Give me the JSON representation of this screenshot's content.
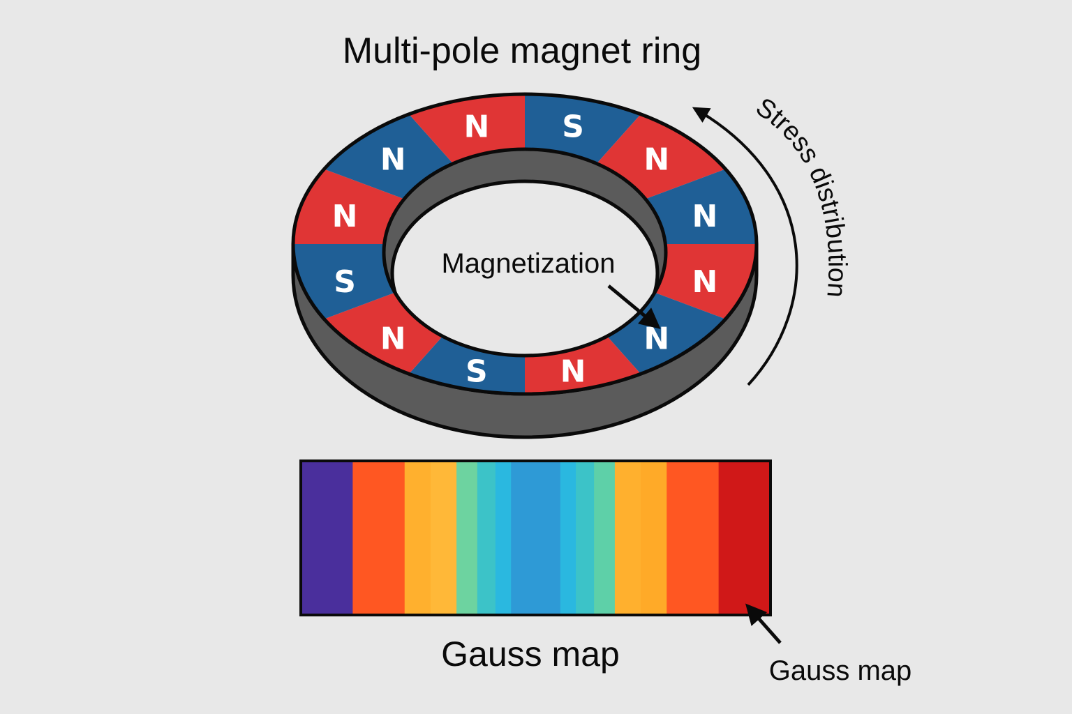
{
  "title": "Multi-pole magnet ring",
  "ring": {
    "poles": [
      {
        "label": "S",
        "polarity": "blue"
      },
      {
        "label": "N",
        "polarity": "red"
      },
      {
        "label": "N",
        "polarity": "blue"
      },
      {
        "label": "N",
        "polarity": "red"
      },
      {
        "label": "N",
        "polarity": "blue"
      },
      {
        "label": "N",
        "polarity": "red"
      },
      {
        "label": "S",
        "polarity": "blue"
      },
      {
        "label": "N",
        "polarity": "red"
      },
      {
        "label": "S",
        "polarity": "blue"
      },
      {
        "label": "N",
        "polarity": "red"
      },
      {
        "label": "N",
        "polarity": "blue"
      },
      {
        "label": "N",
        "polarity": "red"
      }
    ],
    "colors": {
      "red": "#e03535",
      "blue": "#1f5f96",
      "side": "#5b5b5b",
      "outline": "#0a0a0a"
    }
  },
  "labels": {
    "magnetization": "Magnetization",
    "stress": "Stress distribution",
    "gauss_main": "Gauss map",
    "gauss_callout": "Gauss map"
  },
  "gauss_map": {
    "bands": [
      {
        "color": "#4a2f9c",
        "weight": 1.0
      },
      {
        "color": "#ff5722",
        "weight": 1.0
      },
      {
        "color": "#ffb02e",
        "weight": 0.5
      },
      {
        "color": "#ffb838",
        "weight": 0.5
      },
      {
        "color": "#6dd3a0",
        "weight": 0.4
      },
      {
        "color": "#3cc3c8",
        "weight": 0.35
      },
      {
        "color": "#2ab8e0",
        "weight": 0.3
      },
      {
        "color": "#2e9ad6",
        "weight": 0.95
      },
      {
        "color": "#2ab8e0",
        "weight": 0.3
      },
      {
        "color": "#3cc3c8",
        "weight": 0.35
      },
      {
        "color": "#5ed0a8",
        "weight": 0.4
      },
      {
        "color": "#ffb02e",
        "weight": 0.5
      },
      {
        "color": "#ffaa28",
        "weight": 0.5
      },
      {
        "color": "#ff5722",
        "weight": 1.0
      },
      {
        "color": "#d01818",
        "weight": 1.0
      }
    ]
  }
}
